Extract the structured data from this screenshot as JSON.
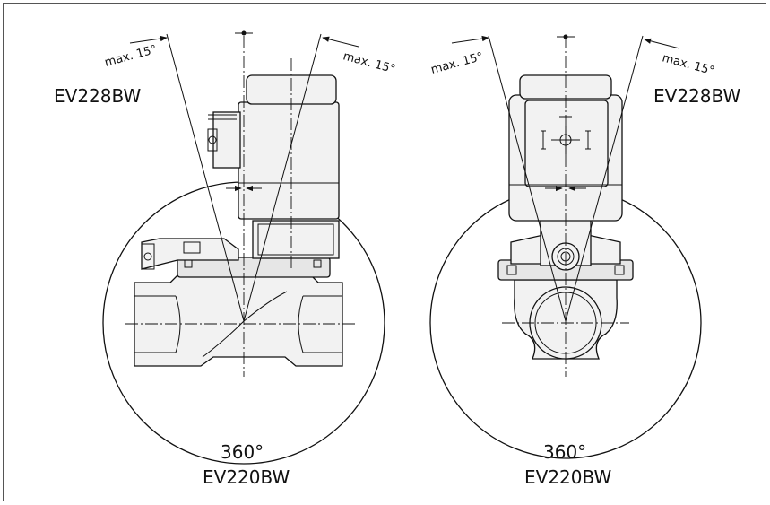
{
  "left_view": {
    "top_label": "EV228BW",
    "bottom_label": "EV220BW",
    "angle_left": "max. 15°",
    "angle_right": "max. 15°",
    "rotation": "360°"
  },
  "right_view": {
    "top_label": "EV228BW",
    "bottom_label": "EV220BW",
    "angle_left": "max. 15°",
    "angle_right": "max. 15°",
    "rotation": "360°"
  }
}
